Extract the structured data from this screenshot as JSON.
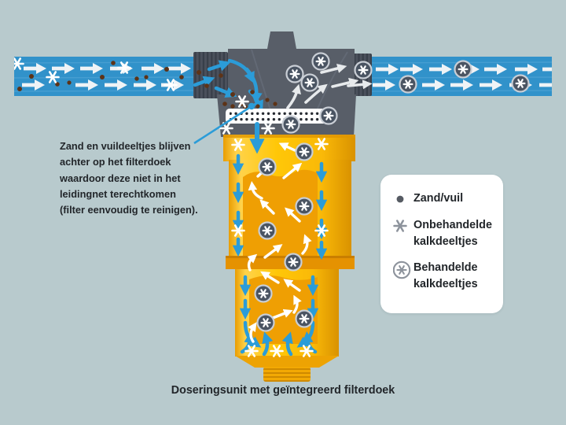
{
  "palette": {
    "background": "#b8cacd",
    "pipe_blue": "#3192ca",
    "flow_arrow_blue": "#2b9cd8",
    "fitting_gray": "#585e68",
    "thread_dark": "#4b515c",
    "cartridge_yellow": "#ffc708",
    "cartridge_amber": "#ef9f03",
    "sand_brown": "#5d3317",
    "particle_circle_fill": "#4a5462",
    "white": "#ffffff",
    "text": "#22262a"
  },
  "annotation": {
    "lines": [
      "Zand en vuildeeltjes blijven",
      "achter op het filterdoek",
      "waardoor deze niet in het",
      "leidingnet terechtkomen",
      "(filter eenvoudig te reinigen)."
    ]
  },
  "legend": {
    "items": [
      {
        "symbol": "sand-dot",
        "lines": [
          "Zand/vuil"
        ]
      },
      {
        "symbol": "snowflake",
        "lines": [
          "Onbehandelde",
          "kalkdeeltjes"
        ]
      },
      {
        "symbol": "circled-snowflake",
        "lines": [
          "Behandelde",
          "kalkdeeltjes"
        ]
      }
    ]
  },
  "caption": "Doseringsunit met geïntegreerd filterdoek"
}
